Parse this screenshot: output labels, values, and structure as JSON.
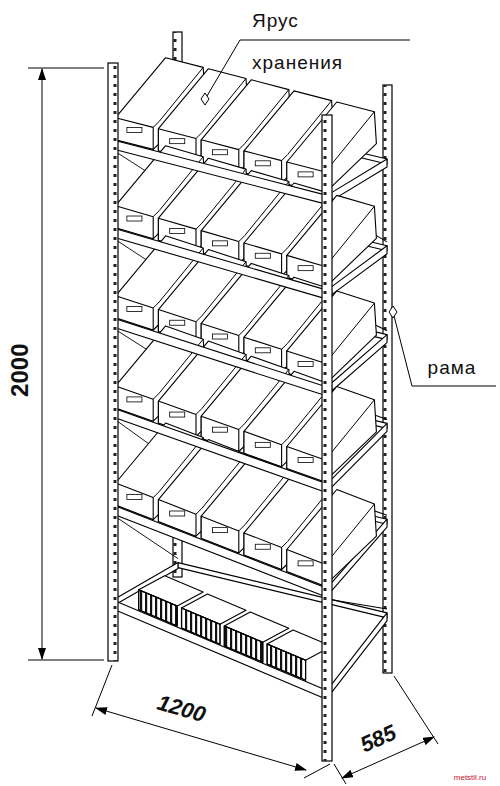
{
  "diagram": {
    "labels": [
      "Ярус хранения",
      "рама",
      "2000",
      "1200",
      "585",
      "metstil.ru"
    ]
  }
}
